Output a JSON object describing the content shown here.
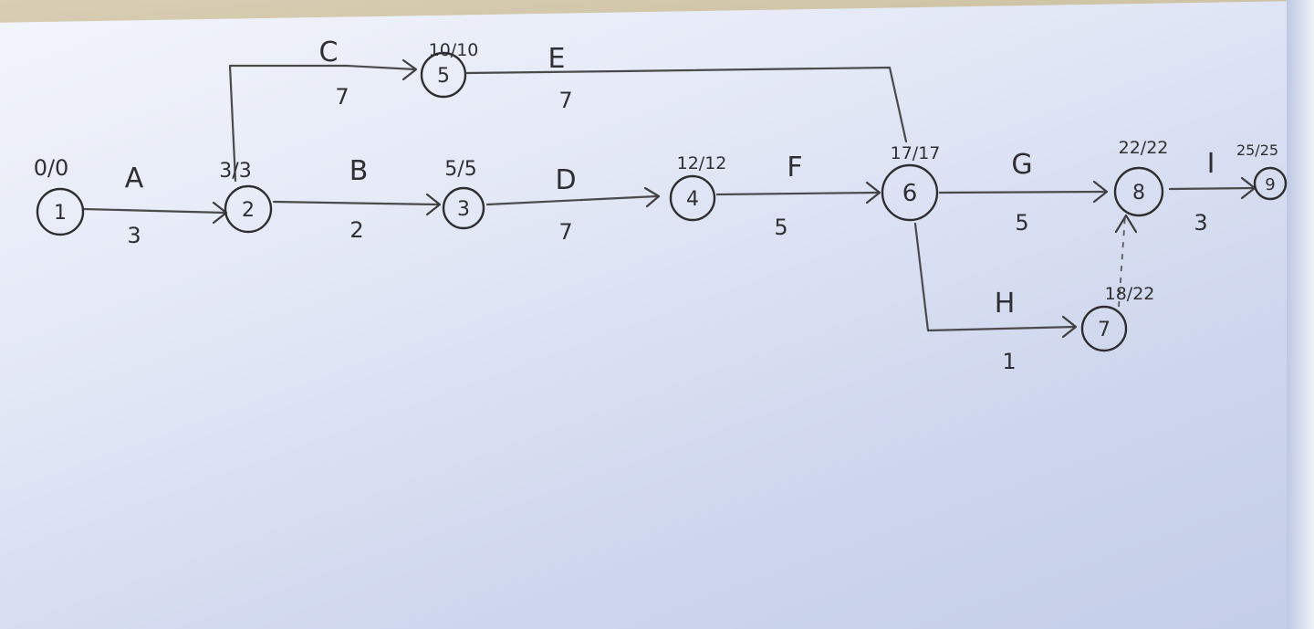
{
  "diagram": {
    "nodes": [
      {
        "id": "1",
        "label": "1",
        "times": "0/0"
      },
      {
        "id": "2",
        "label": "2",
        "times": "3/3"
      },
      {
        "id": "3",
        "label": "3",
        "times": "5/5"
      },
      {
        "id": "4",
        "label": "4",
        "times": "12/12"
      },
      {
        "id": "5",
        "label": "5",
        "times": "10/10"
      },
      {
        "id": "6",
        "label": "6",
        "times": "17/17"
      },
      {
        "id": "7",
        "label": "7",
        "times": "18/22"
      },
      {
        "id": "8",
        "label": "8",
        "times": "22/22"
      },
      {
        "id": "9",
        "label": "9",
        "times": "25/25"
      }
    ],
    "activities": [
      {
        "name": "A",
        "from": "1",
        "to": "2",
        "duration": "3"
      },
      {
        "name": "B",
        "from": "2",
        "to": "3",
        "duration": "2"
      },
      {
        "name": "C",
        "from": "2",
        "to": "5",
        "duration": "7"
      },
      {
        "name": "D",
        "from": "3",
        "to": "4",
        "duration": "7"
      },
      {
        "name": "E",
        "from": "5",
        "to": "6",
        "duration": "7"
      },
      {
        "name": "F",
        "from": "4",
        "to": "6",
        "duration": "5"
      },
      {
        "name": "G",
        "from": "6",
        "to": "8",
        "duration": "5"
      },
      {
        "name": "H",
        "from": "6",
        "to": "7",
        "duration": "1"
      },
      {
        "name": "I",
        "from": "8",
        "to": "9",
        "duration": "3"
      }
    ],
    "dummy": {
      "from": "7",
      "to": "8"
    }
  }
}
